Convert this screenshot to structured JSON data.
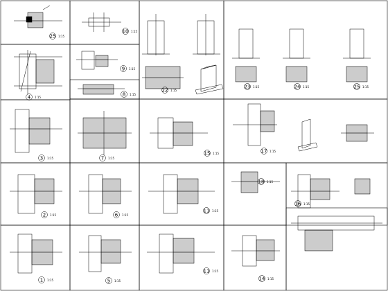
{
  "sheet": {
    "title": "",
    "details": [
      {
        "id": "d25",
        "number": "25",
        "scale": "1:15"
      },
      {
        "id": "d10",
        "number": "10",
        "scale": "1:15"
      },
      {
        "id": "d4",
        "number": "4",
        "scale": "1:15"
      },
      {
        "id": "d9",
        "number": "9",
        "scale": "1:15"
      },
      {
        "id": "d8",
        "number": "8",
        "scale": "1:15"
      },
      {
        "id": "d22",
        "number": "22",
        "scale": "1:15"
      },
      {
        "id": "d23",
        "number": "23",
        "scale": "1:15"
      },
      {
        "id": "d24",
        "number": "24",
        "scale": "1:15"
      },
      {
        "id": "d25b",
        "number": "25",
        "scale": "1:15"
      },
      {
        "id": "d3",
        "number": "3",
        "scale": "1:15"
      },
      {
        "id": "d7",
        "number": "7",
        "scale": "1:15"
      },
      {
        "id": "d15",
        "number": "15",
        "scale": "1:15"
      },
      {
        "id": "d17",
        "number": "17",
        "scale": "1:15"
      },
      {
        "id": "d2",
        "number": "2",
        "scale": "1:15"
      },
      {
        "id": "d6",
        "number": "6",
        "scale": "1:15"
      },
      {
        "id": "d11b",
        "number": "11",
        "scale": "1:15"
      },
      {
        "id": "d18",
        "number": "18",
        "scale": "1:15"
      },
      {
        "id": "d16",
        "number": "16",
        "scale": "1:15"
      },
      {
        "id": "d1",
        "number": "1",
        "scale": "1:15"
      },
      {
        "id": "d5",
        "number": "5",
        "scale": "1:15"
      },
      {
        "id": "d11",
        "number": "11",
        "scale": "1:15"
      },
      {
        "id": "d14",
        "number": "14",
        "scale": "1:15"
      }
    ]
  }
}
